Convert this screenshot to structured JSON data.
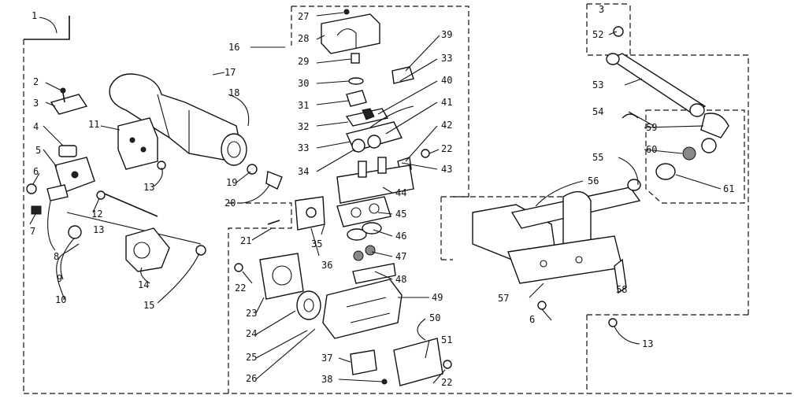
{
  "labels": [
    "1",
    "2",
    "3",
    "4",
    "5",
    "6",
    "7",
    "8",
    "9",
    "10",
    "11",
    "12",
    "13",
    "14",
    "15",
    "16",
    "17",
    "18",
    "19",
    "20",
    "21",
    "22",
    "23",
    "24",
    "25",
    "26",
    "27",
    "28",
    "29",
    "30",
    "31",
    "32",
    "33",
    "34",
    "35",
    "36",
    "37",
    "38",
    "39",
    "40",
    "41",
    "42",
    "43",
    "44",
    "45",
    "46",
    "47",
    "48",
    "49",
    "50",
    "51",
    "52",
    "53",
    "54",
    "55",
    "56",
    "57",
    "58",
    "59",
    "60",
    "61"
  ],
  "extra_labels": {
    "p3b": "3",
    "p6b": "6",
    "p13b": "13",
    "p13c": "13",
    "p22b": "22",
    "p22c": "22",
    "p33b": "33"
  }
}
